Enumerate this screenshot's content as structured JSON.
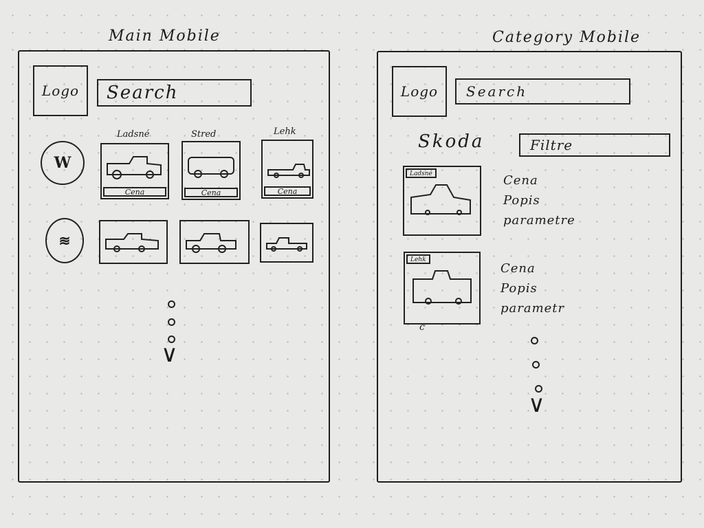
{
  "main": {
    "title": "Main Mobile",
    "logo": "Logo",
    "search": "Search",
    "col_labels": [
      "Ladsné",
      "Stred",
      "Lehk"
    ],
    "card_price": "Cena"
  },
  "category": {
    "title": "Category Mobile",
    "logo": "Logo",
    "search": "Search",
    "brand": "Skoda",
    "filter": "Filtre",
    "items": [
      {
        "tag": "Ladsné",
        "lines": [
          "Cena",
          "Popis",
          "parametre"
        ]
      },
      {
        "tag": "Lehk",
        "lines": [
          "Cena",
          "Popis",
          "parametr"
        ]
      }
    ],
    "item2_caption": "c"
  }
}
